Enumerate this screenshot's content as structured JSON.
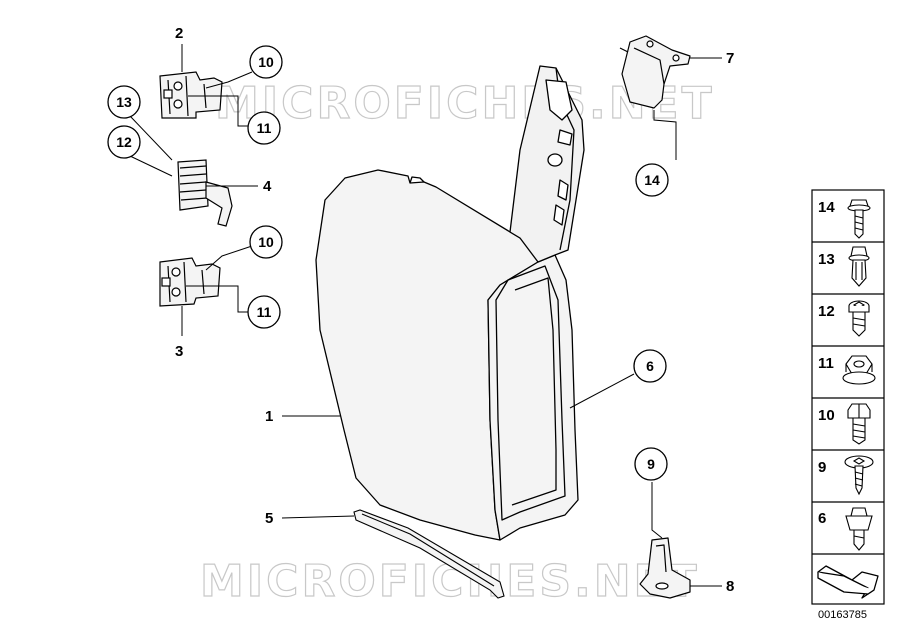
{
  "callouts": {
    "c1": "1",
    "c2": "2",
    "c3": "3",
    "c4": "4",
    "c5": "5",
    "c6": "6",
    "c7": "7",
    "c8": "8",
    "c9": "9",
    "c10a": "10",
    "c10b": "10",
    "c11a": "11",
    "c11b": "11",
    "c12": "12",
    "c13": "13",
    "c14": "14"
  },
  "sidebar": {
    "items": [
      {
        "number": "14",
        "icon": "flange-bolt-icon"
      },
      {
        "number": "13",
        "icon": "expanding-nut-icon"
      },
      {
        "number": "12",
        "icon": "torx-bolt-icon"
      },
      {
        "number": "11",
        "icon": "hex-nut-icon"
      },
      {
        "number": "10",
        "icon": "hex-bolt-icon"
      },
      {
        "number": "9",
        "icon": "oval-head-screw-icon"
      },
      {
        "number": "6",
        "icon": "body-bolt-icon"
      }
    ]
  },
  "watermark": {
    "top": "MICROFICHES.NET",
    "bottom": "MICROFICHES.NET"
  },
  "diagram_code": "00163785",
  "colors": {
    "line": "#000000",
    "watermark": "#c8c8c8",
    "part_fill": "#eeeeee"
  }
}
